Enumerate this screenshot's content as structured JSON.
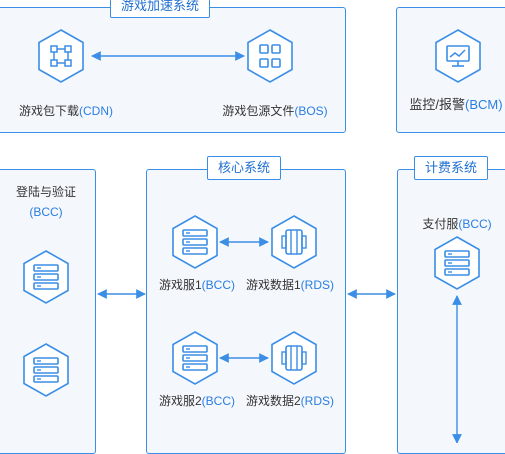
{
  "colors": {
    "accent": "#3b8ee6",
    "accent_text": "#2a7de1",
    "panel_bg": "#f4f8fd",
    "panel_border": "#3b8ee6",
    "text": "#333333"
  },
  "panels": {
    "acceleration": {
      "title": "游戏加速系统",
      "nodes": [
        {
          "name": "游戏包下载",
          "suffix": "(CDN)",
          "icon": "network-nodes-icon"
        },
        {
          "name": "游戏包源文件",
          "suffix": "(BOS)",
          "icon": "grid-squares-icon"
        }
      ]
    },
    "monitoring": {
      "title": "",
      "node": {
        "name": "监控/报警",
        "suffix": "(BCM)",
        "icon": "monitor-chart-icon"
      }
    },
    "login": {
      "label_line1": "登陆与验证",
      "label_line2": "(BCC)",
      "icons": [
        "server-icon",
        "server-icon"
      ]
    },
    "core": {
      "title": "核心系统",
      "nodes": [
        {
          "name": "游戏服1",
          "suffix": "(BCC)",
          "icon": "server-icon"
        },
        {
          "name": "游戏数据1",
          "suffix": "(RDS)",
          "icon": "database-icon"
        },
        {
          "name": "游戏服2",
          "suffix": "(BCC)",
          "icon": "server-icon"
        },
        {
          "name": "游戏数据2",
          "suffix": "(RDS)",
          "icon": "database-icon"
        }
      ]
    },
    "billing": {
      "title": "计费系统",
      "node": {
        "name": "支付服",
        "suffix": "(BCC)",
        "icon": "server-icon"
      }
    }
  }
}
